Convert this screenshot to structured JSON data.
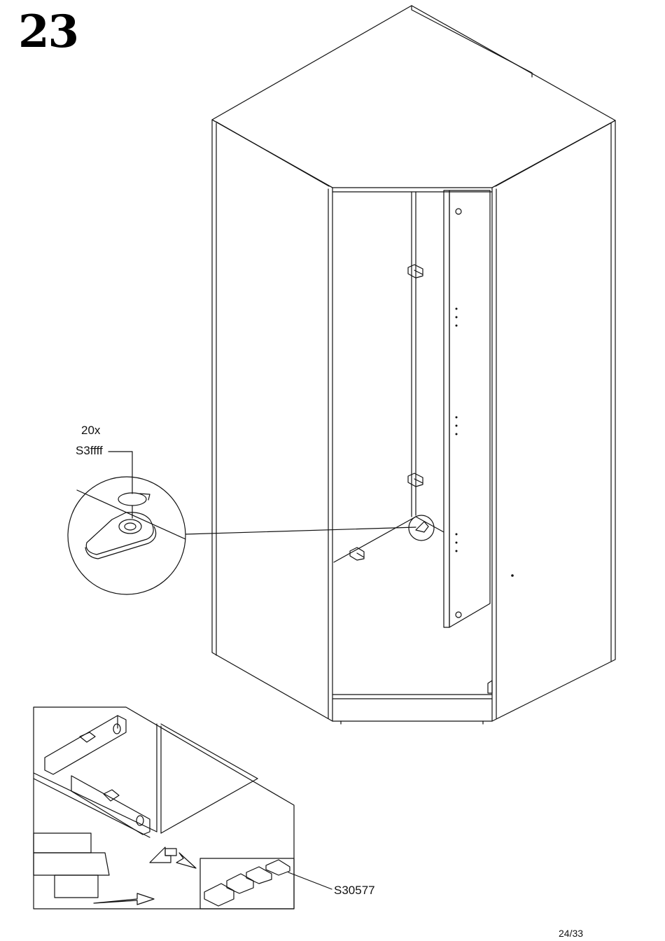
{
  "step": {
    "number": "23"
  },
  "callout": {
    "quantity": "20x",
    "part_code": "S3ffff"
  },
  "leveling_detail": {
    "part_code": "S30577"
  },
  "footer": {
    "page": "24/33"
  }
}
